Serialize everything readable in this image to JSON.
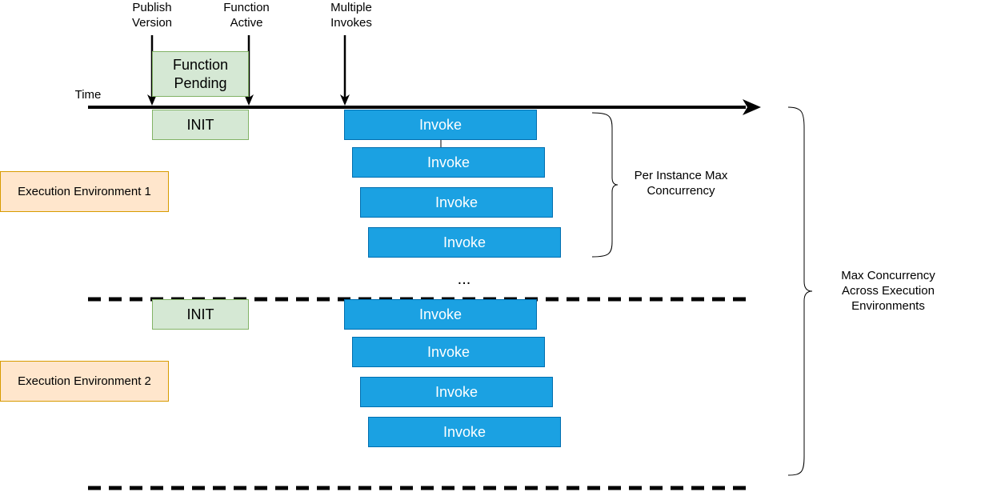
{
  "annotations": {
    "publish_version": [
      "Publish",
      "Version"
    ],
    "function_active": [
      "Function",
      "Active"
    ],
    "multiple_invokes": [
      "Multiple",
      "Invokes"
    ],
    "time": "Time",
    "per_instance": [
      "Per Instance Max",
      "Concurrency"
    ],
    "max_concurrency": [
      "Max Concurrency",
      "Across Execution",
      "Environments"
    ],
    "ellipsis": "..."
  },
  "pending_box": [
    "Function",
    "Pending"
  ],
  "environments": [
    {
      "name": "Execution Environment 1",
      "init_label": "INIT",
      "invokes": [
        "Invoke",
        "Invoke",
        "Invoke",
        "Invoke"
      ]
    },
    {
      "name": "Execution Environment 2",
      "init_label": "INIT",
      "invokes": [
        "Invoke",
        "Invoke",
        "Invoke",
        "Invoke"
      ]
    }
  ],
  "colors": {
    "init_fill": "#d5e8d4",
    "init_stroke": "#82b366",
    "invoke_fill": "#1ba1e2",
    "invoke_stroke": "#006eaf",
    "env_fill": "#ffe6cc",
    "env_stroke": "#d79b00"
  }
}
